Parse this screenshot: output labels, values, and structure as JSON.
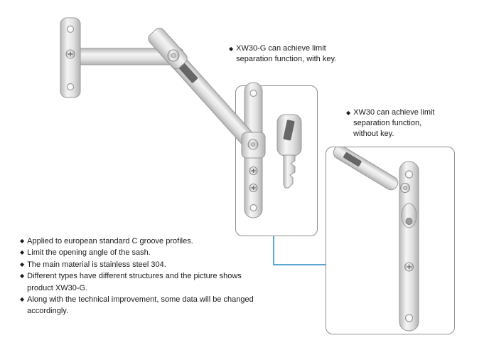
{
  "page": {
    "background": "#ffffff"
  },
  "callout_left": {
    "bullet": "◆",
    "text": "XW30-G can achieve limit separation function, with key."
  },
  "callout_right": {
    "bullet": "◆",
    "text": "XW30 can achieve limit separation function, without key."
  },
  "features": {
    "items": [
      {
        "bullet": "◆",
        "text": "Applied to european standard C groove profiles."
      },
      {
        "bullet": "◆",
        "text": "Limit the opening angle of the sash."
      },
      {
        "bullet": "◆",
        "text": "The main material is stainless steel 304."
      },
      {
        "bullet": "◆",
        "text": "Different types have different structures and the picture shows product XW30-G."
      },
      {
        "bullet": "◆",
        "text": "Along with the technical improvement, some data will be changed accordingly."
      }
    ]
  },
  "images": {
    "main_product": "XW30-G window limiter arm assembly",
    "key_part": "separation key for XW30-G",
    "bar_part": "XW30 limiter track bar without key"
  },
  "colors": {
    "connector_line": "#5ba7d1",
    "box_border": "#8f8f8f",
    "metal_light": "#f4f4f4",
    "metal_dark": "#b2b2b2",
    "text": "#1a1a1a"
  }
}
